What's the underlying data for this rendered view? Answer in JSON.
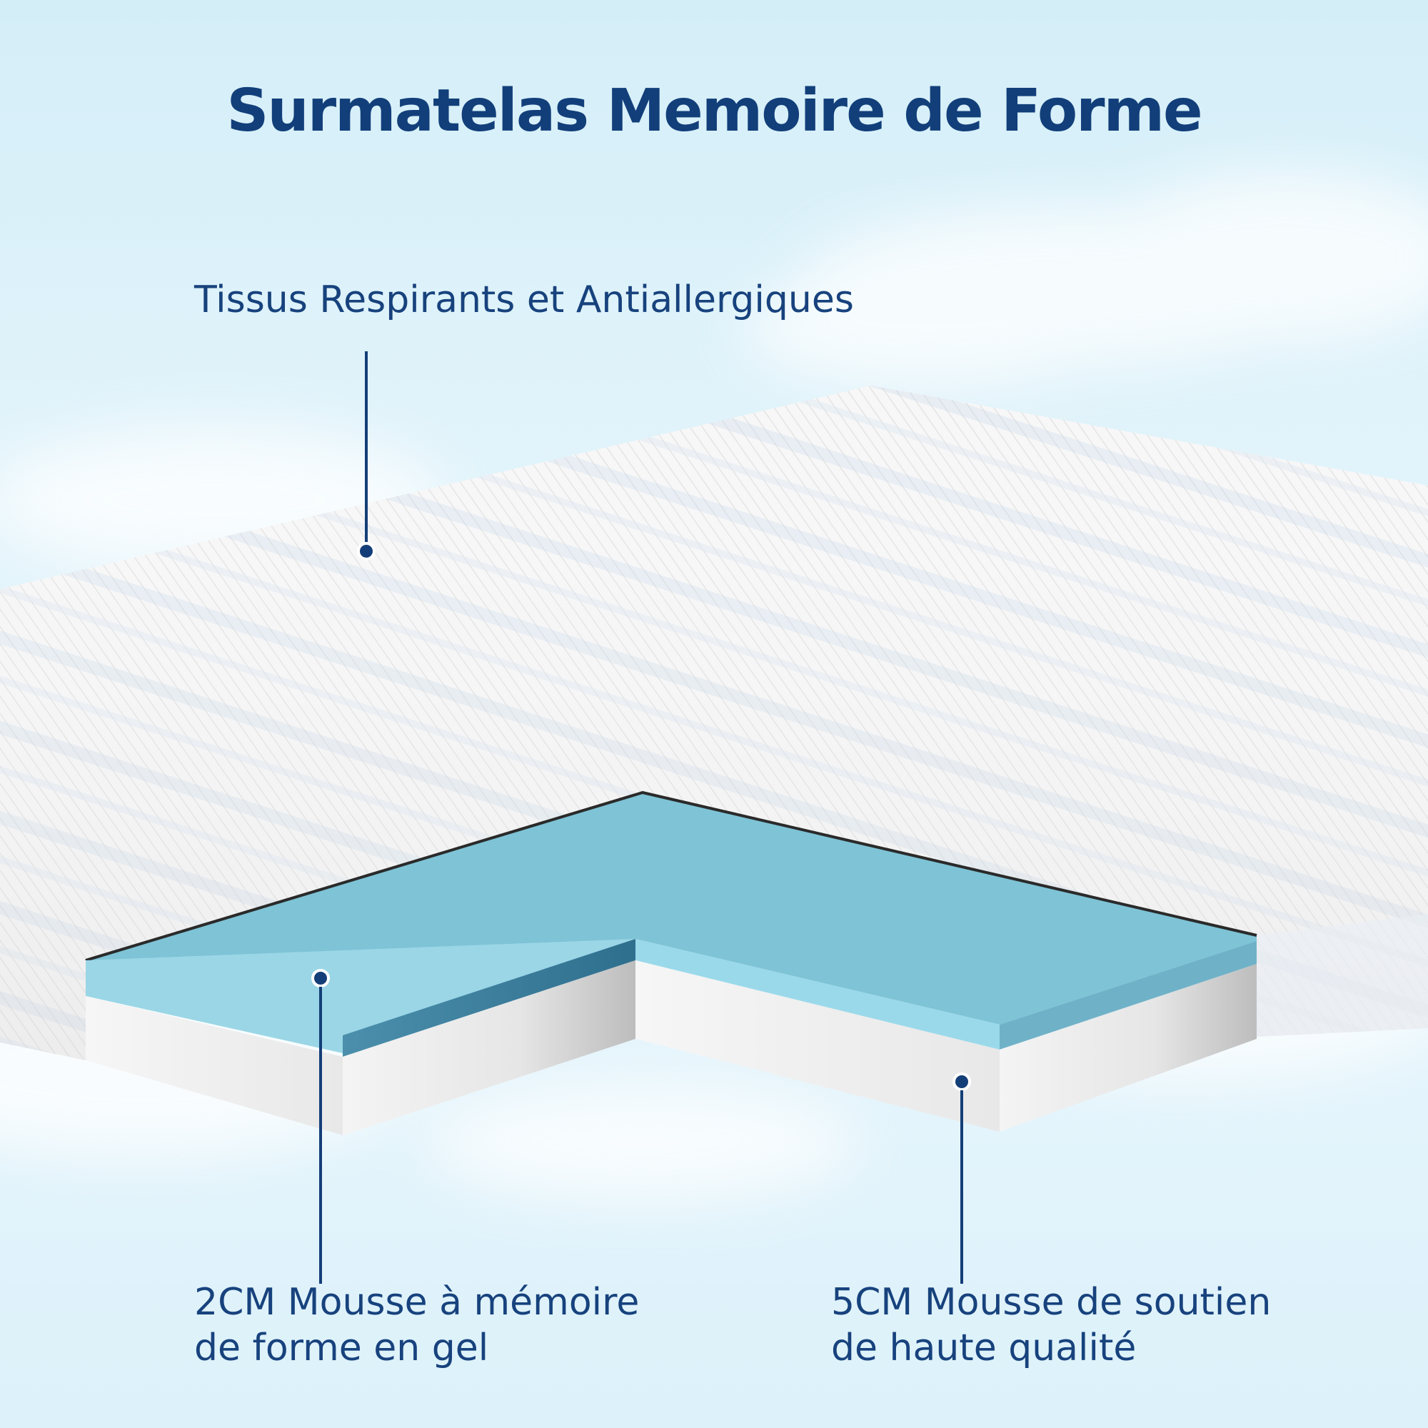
{
  "title": "Surmatelas Memoire de Forme",
  "callouts": {
    "fabric": {
      "text": "Tissus Respirants et Antiallergiques"
    },
    "gel": {
      "line1": "2CM Mousse à mémoire",
      "line2": "de forme en gel"
    },
    "support": {
      "line1": "5CM Mousse de soutien",
      "line2": "de haute qualité"
    }
  },
  "colors": {
    "title": "#123f7a",
    "label": "#17427d",
    "gel_foam": "#7ec3d6",
    "support_foam": "#ebebeb",
    "fabric": "#f6f6f6",
    "stripe_accent": "#b9cfe6"
  }
}
